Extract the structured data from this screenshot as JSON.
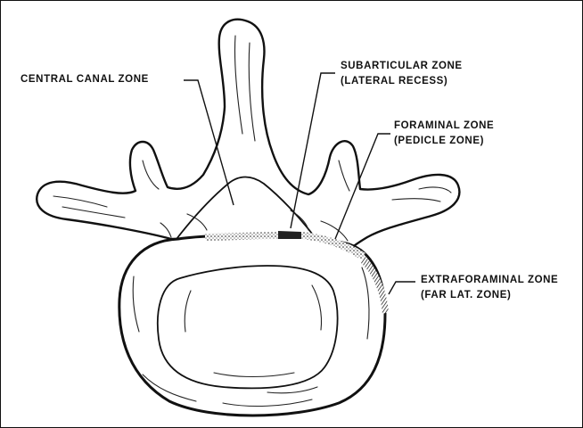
{
  "labels": {
    "central_canal": "CENTRAL CANAL ZONE",
    "subarticular": {
      "line1": "SUBARTICULAR ZONE",
      "line2": "(LATERAL RECESS)"
    },
    "foraminal": {
      "line1": "FORAMINAL ZONE",
      "line2": "(PEDICLE ZONE)"
    },
    "extraforaminal": {
      "line1": "EXTRAFORAMINAL ZONE",
      "line2": "(FAR LAT. ZONE)"
    }
  }
}
